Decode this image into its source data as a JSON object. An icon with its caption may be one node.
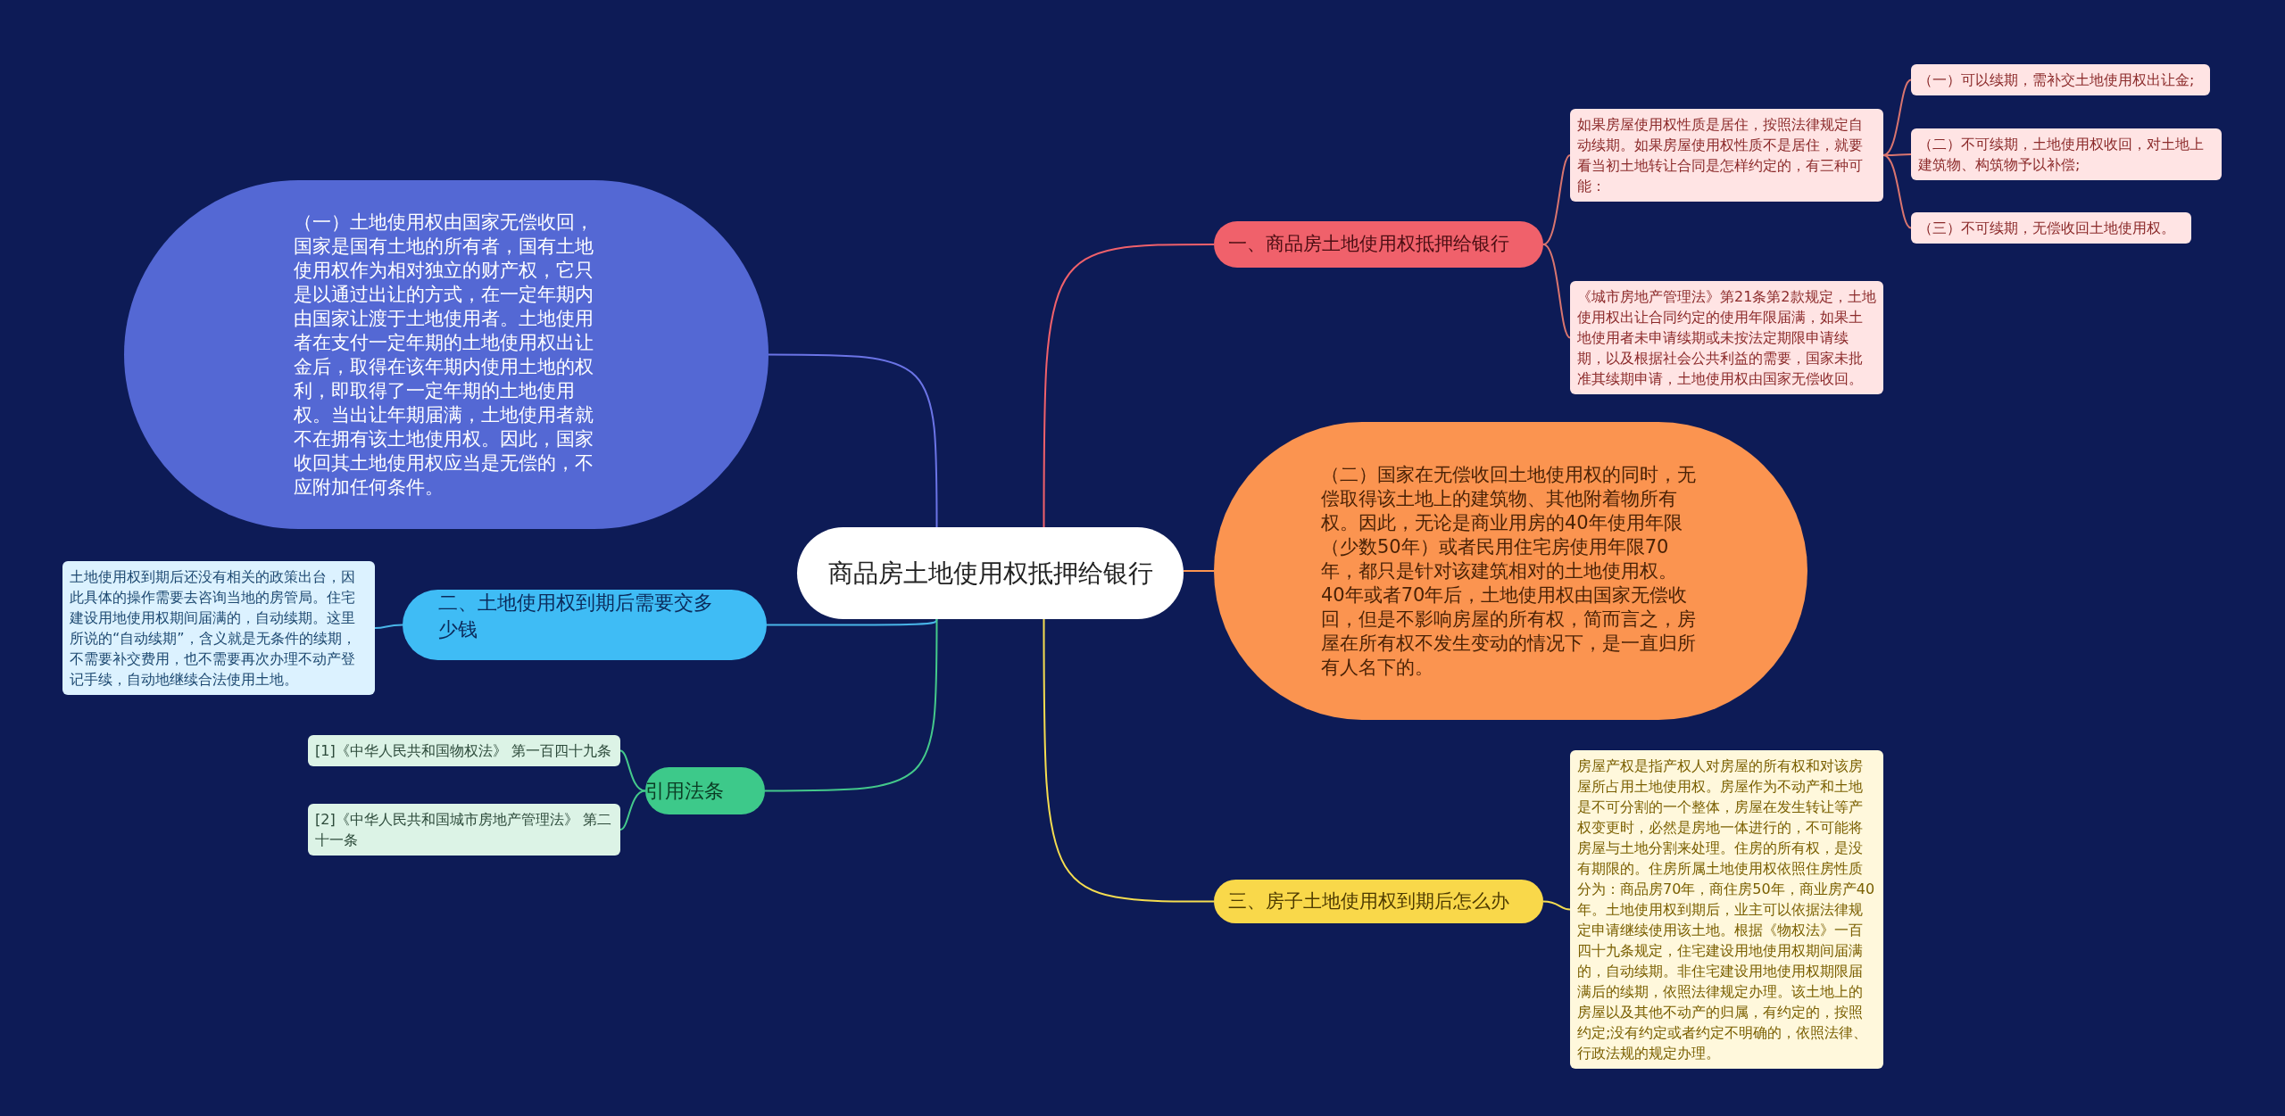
{
  "diagram": {
    "nodes": [
      {
        "text": [
          "商品房土地使用权抵押给银行"
        ]
      },
      {
        "text": [
          "一、商品房土地使用权抵押给银行"
        ]
      },
      {
        "text": [
          "如果房屋使用权性质是居住，按照法律规定自动续期。如果房屋使用权性质不是居住，就要看当初土地转让合同是怎样约定的，有三种可能："
        ]
      },
      {
        "text": [
          "（一）可以续期，需补交土地使用权出让金;"
        ]
      },
      {
        "text": [
          "（二）不可续期，土地使用权收回，对土地上建筑物、构筑物予以补偿;"
        ]
      },
      {
        "text": [
          "（三）不可续期，无偿收回土地使用权。"
        ]
      },
      {
        "text": [
          "《城市房地产管理法》第21条第2款规定，土地使用权出让合同约定的使用年限届满，如果土地使用者未申请续期或未按法定期限申请续期，以及根据社会公共利益的需要，国家未批准其续期申请，土地使用权由国家无偿收回。"
        ]
      },
      {
        "text": [
          "（二）国家在无偿收回土地使用权的同时，无偿取得该土地上的建筑物、其他附着物所有权。因此，无论是商业用房的40年使用年限（少数50年）或者民用住宅房使用年限70年，都只是针对该建筑相对的土地使用权。40年或者70年后，土地使用权由国家无偿收回，但是不影响房屋的所有权，简而言之，房屋在所有权不发生变动的情况下，是一直归所有人名下的。"
        ]
      },
      {
        "text": [
          "三、房子土地使用权到期后怎么办"
        ]
      },
      {
        "text": [
          "房屋产权是指产权人对房屋的所有权和对该房屋所占用土地使用权。房屋作为不动产和土地是不可分割的一个整体，房屋在发生转让等产权变更时，必然是房地一体进行的，不可能将房屋与土地分割来处理。住房的所有权，是没有期限的。住房所属土地使用权依照住房性质分为：商品房70年，商住房50年，商业房产40年。土地使用权到期后，业主可以依据法律规定申请继续使用该土地。根据《物权法》一百四十九条规定，住宅建设用地使用权期间届满的，自动续期。非住宅建设用地使用权期限届满后的续期，依照法律规定办理。该土地上的房屋以及其他不动产的归属，有约定的，按照约定;没有约定或者约定不明确的，依照法律、行政法规的规定办理。"
        ]
      },
      {
        "text": [
          "（一）土地使用权由国家无偿收回，国家是国有土地的所有者，国有土地使用权作为相对独立的财产权，它只是以通过出让的方式，在一定年期内由国家让渡于土地使用者。土地使用者在支付一定年期的土地使用权出让金后，取得在该年期内使用土地的权利，即取得了一定年期的土地使用权。当出让年期届满，土地使用者就不在拥有该土地使用权。因此，国家收回其土地使用权应当是无偿的，不应附加任何条件。"
        ]
      },
      {
        "text": [
          "二、土地使用权到期后需要交多少钱"
        ]
      },
      {
        "text": [
          "土地使用权到期后还没有相关的政策出台，因此具体的操作需要去咨询当地的房管局。住宅建设用地使用权期间届满的，自动续期。这里所说的“自动续期”，含义就是无条件的续期，不需要补交费用，也不需要再次办理不动产登记手续，自动地继续合法使用土地。"
        ]
      },
      {
        "text": [
          "引用法条"
        ]
      },
      {
        "text": [
          "[1]《中华人民共和国物权法》 第一百四十九条"
        ]
      },
      {
        "text": [
          "[2]《中华人民共和国城市房地产管理法》 第二十一条"
        ]
      }
    ],
    "edges": [
      {
        "from": 0,
        "to": 1,
        "arrow": "none",
        "color": "#f0616b"
      },
      {
        "from": 1,
        "to": 2,
        "arrow": "none",
        "color": "#d9756f"
      },
      {
        "from": 2,
        "to": 3,
        "arrow": "none",
        "color": "#d9756f"
      },
      {
        "from": 2,
        "to": 4,
        "arrow": "none",
        "color": "#d9756f"
      },
      {
        "from": 2,
        "to": 5,
        "arrow": "none",
        "color": "#d9756f"
      },
      {
        "from": 1,
        "to": 6,
        "arrow": "none",
        "color": "#d9756f"
      },
      {
        "from": 0,
        "to": 7,
        "arrow": "none",
        "color": "#fb9450"
      },
      {
        "from": 0,
        "to": 8,
        "arrow": "none",
        "color": "#f5dd50"
      },
      {
        "from": 8,
        "to": 9,
        "arrow": "none",
        "color": "#f5dd50"
      },
      {
        "from": 0,
        "to": 10,
        "arrow": "none",
        "color": "#6b74e6"
      },
      {
        "from": 0,
        "to": 11,
        "arrow": "none",
        "color": "#49b5e8"
      },
      {
        "from": 11,
        "to": 12,
        "arrow": "none",
        "color": "#49b5e8"
      },
      {
        "from": 0,
        "to": 13,
        "arrow": "none",
        "color": "#44c98b"
      },
      {
        "from": 13,
        "to": 14,
        "arrow": "none",
        "color": "#44c98b"
      },
      {
        "from": 13,
        "to": 15,
        "arrow": "none",
        "color": "#44c98b"
      }
    ]
  }
}
